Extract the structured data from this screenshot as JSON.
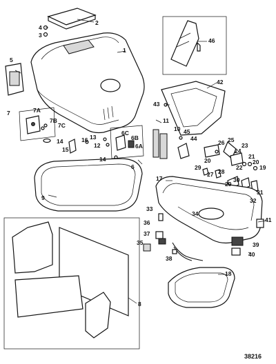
{
  "figure_number": "38216",
  "callouts": [
    "1",
    "2",
    "3",
    "4",
    "5",
    "6",
    "6A",
    "6B",
    "6C",
    "7",
    "7A",
    "7B",
    "7C",
    "8",
    "9",
    "10",
    "11",
    "12",
    "13",
    "14",
    "14",
    "15",
    "16",
    "17",
    "18",
    "19",
    "20",
    "20",
    "21",
    "22",
    "23",
    "24",
    "25",
    "26",
    "27",
    "28",
    "29",
    "29",
    "30",
    "31",
    "32",
    "33",
    "34",
    "35",
    "36",
    "37",
    "38",
    "39",
    "40",
    "41",
    "42",
    "43",
    "44",
    "45",
    "46"
  ]
}
